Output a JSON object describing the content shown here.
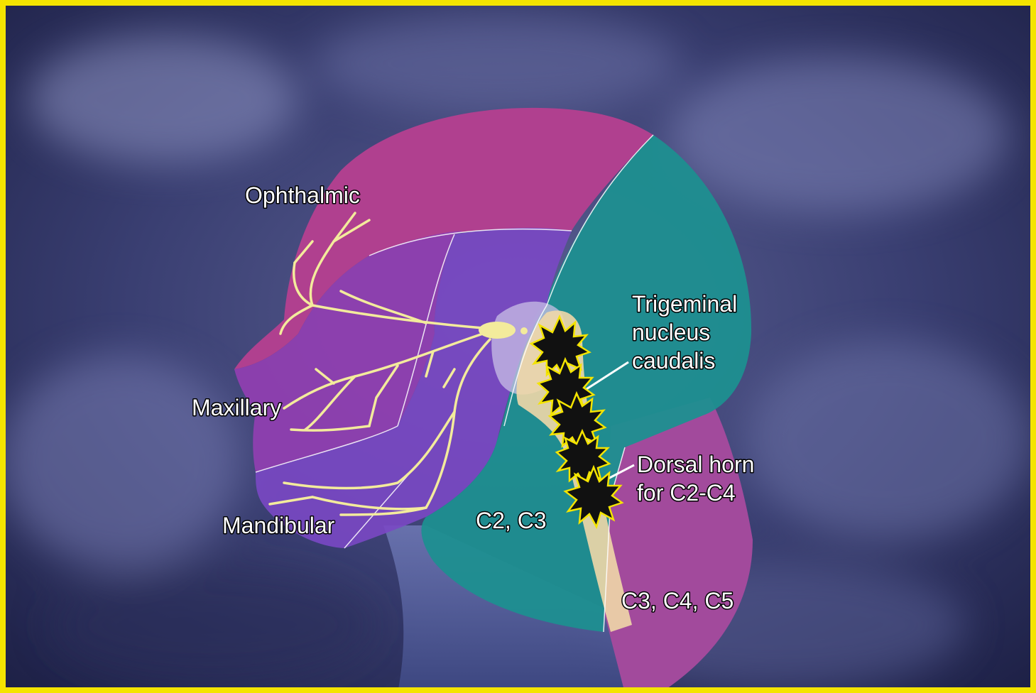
{
  "labels": {
    "ophthalmic": "Ophthalmic",
    "maxillary": "Maxillary",
    "mandibular": "Mandibular",
    "trigeminal_line1": "Trigeminal",
    "trigeminal_line2": "nucleus",
    "trigeminal_line3": "caudalis",
    "dorsal_line1": "Dorsal horn",
    "dorsal_line2": "for C2-C4",
    "c2c3": "C2, C3",
    "c3c4c5": "C3, C4, C5"
  },
  "colors": {
    "frame": "#f4e400",
    "ophthalmic_region": "#b0408f",
    "maxillary_region": "#8f3fb0",
    "mandibular_region": "#7a48c4",
    "cervical_region": "#1e8f90",
    "neck_posterior": "#a24a9c",
    "nerve": "#f3eb9c",
    "spinal_cord": "#f0d7a8",
    "pain_burst": "#111111",
    "pain_burst_outline": "#f4e400"
  },
  "icons": [
    "pain-burst-icon"
  ]
}
